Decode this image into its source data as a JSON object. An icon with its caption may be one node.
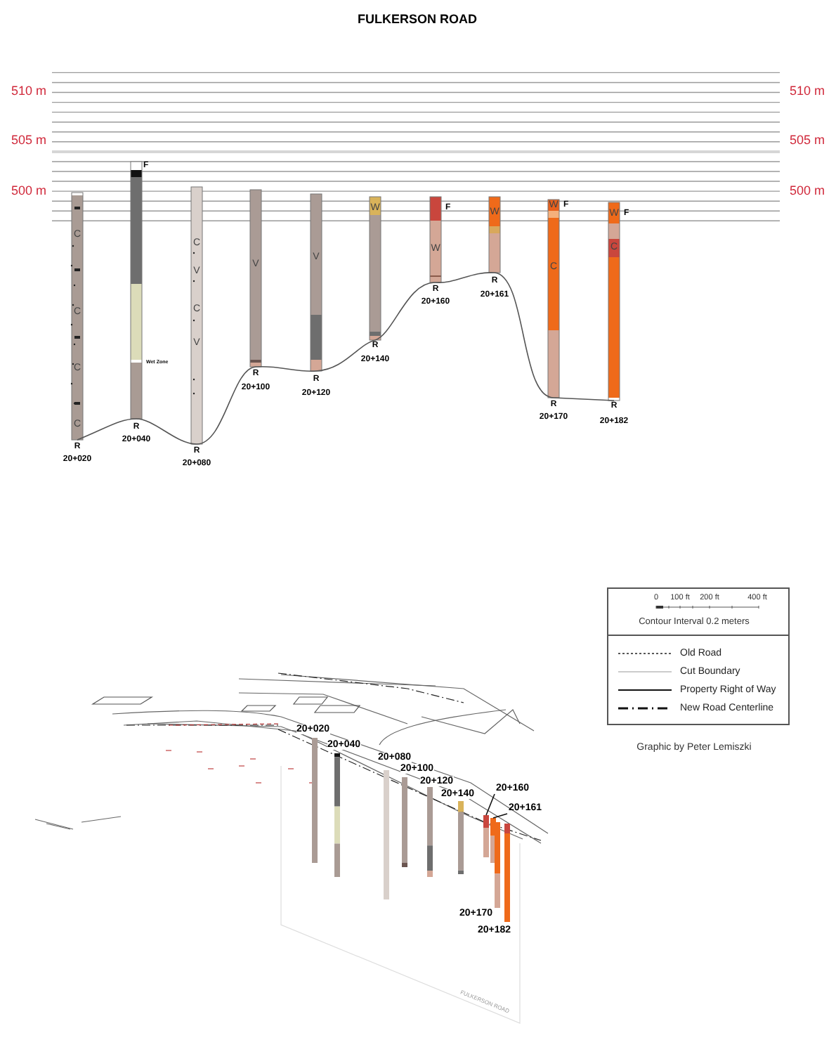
{
  "diagram": {
    "title": "FULKERSON ROAD",
    "nodes": [
      {
        "text": [
          "20+160"
        ]
      },
      {
        "text": [
          "20+161"
        ]
      },
      {
        "text": [],
        "shape": "bar"
      },
      {
        "text": [],
        "shape": "bar"
      }
    ],
    "edges": [
      {
        "from": 0,
        "to": 2,
        "arrow": "none"
      },
      {
        "from": 1,
        "to": 3,
        "arrow": "none"
      }
    ],
    "labels": [
      "510 m",
      "510 m",
      "505 m",
      "505 m",
      "500 m",
      "500 m",
      "C",
      "C",
      "C",
      "C",
      "F",
      "Wet Zone",
      "C",
      "V",
      "C",
      "V",
      "V",
      "V",
      "W",
      "F",
      "W",
      "W",
      "W",
      "F",
      "C",
      "W",
      "F",
      "C",
      "R",
      "20+020",
      "R",
      "20+040",
      "R",
      "20+080",
      "R",
      "20+100",
      "R",
      "20+120",
      "R",
      "20+140",
      "R",
      "20+160",
      "R",
      "20+161",
      "R",
      "20+170",
      "R",
      "20+182",
      "0",
      "100 ft",
      "200 ft",
      "400 ft",
      "Contour Interval 0.2 meters",
      "Graphic by Peter Lemiszki",
      "20+020",
      "20+040",
      "20+080",
      "20+100",
      "20+120",
      "20+140",
      "20+170",
      "20+182",
      "FULKERSON ROAD"
    ],
    "legend": [
      {
        "text": "Old Road"
      },
      {
        "text": "Cut Boundary"
      },
      {
        "text": "Property Right of Way"
      },
      {
        "text": "New Road Centerline"
      }
    ]
  }
}
